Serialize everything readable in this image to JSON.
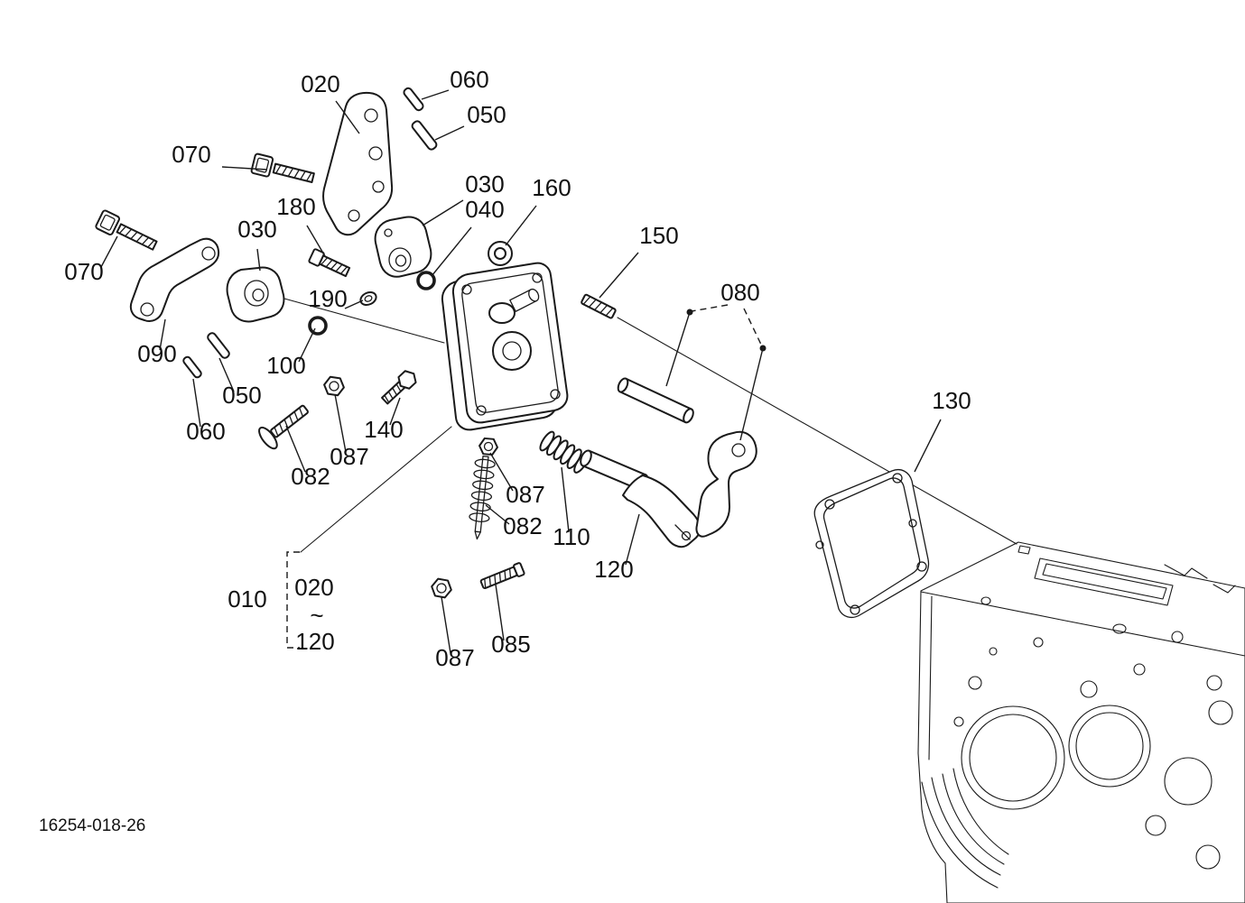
{
  "diagram": {
    "id": "16254-018-26"
  },
  "colors": {
    "line": "#1a1a1a",
    "background": "#ffffff",
    "label_text": "#111111"
  },
  "labels": {
    "lever_top": "020",
    "pin_top_short": "060",
    "pin_top_long": "050",
    "bolt_upper": "070",
    "stud_180": "180",
    "holder_right": "030",
    "oring_040": "040",
    "grommet_160": "160",
    "bolt_left": "070",
    "holder_left": "030",
    "screw_150": "150",
    "assembly_080": "080",
    "washer_190": "190",
    "lever_090": "090",
    "oring_100": "100",
    "pin_left_long": "050",
    "pin_left_short": "060",
    "joint_140": "140",
    "nut_087_a": "087",
    "screw_082_a": "082",
    "nut_087_b": "087",
    "screw_082_b": "082",
    "spring_110": "110",
    "lever_120": "120",
    "gasket_130": "130",
    "assembly_010": "010",
    "range_start": "020",
    "range_tilde": "~",
    "range_end": "120",
    "nut_087_c": "087",
    "screw_085": "085"
  }
}
